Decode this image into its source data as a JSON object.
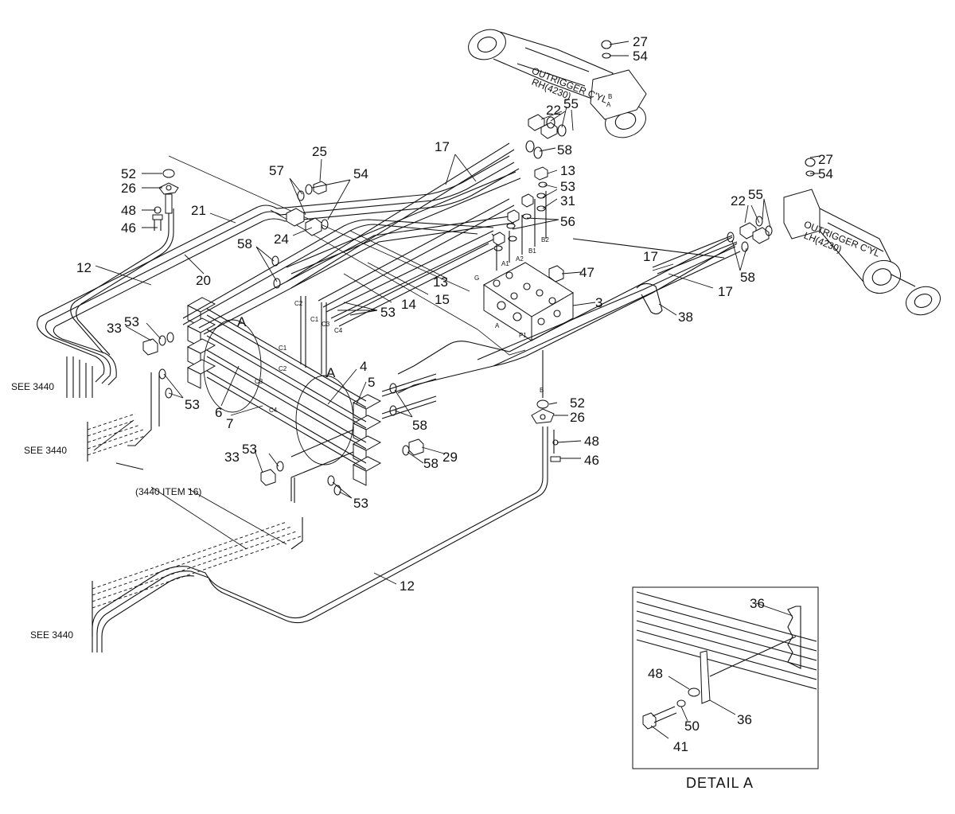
{
  "callouts": {
    "c27a": "27",
    "c54a": "54",
    "c22a": "22",
    "c55a": "55",
    "c58a": "58",
    "c17a": "17",
    "c13a": "13",
    "c53a": "53",
    "c31": "31",
    "c56": "56",
    "c25": "25",
    "c57": "57",
    "c54b": "54",
    "c52a": "52",
    "c26a": "26",
    "c48a": "48",
    "c46a": "46",
    "c21": "21",
    "c24": "24",
    "c58b": "58",
    "c12a": "12",
    "c20": "20",
    "c13b": "13",
    "c15": "15",
    "c14": "14",
    "c53b": "53",
    "c47": "47",
    "c3": "3",
    "c27b": "27",
    "c54c": "54",
    "c22b": "22",
    "c55b": "55",
    "c17b": "17",
    "c17c": "17",
    "c58c": "58",
    "c38": "38",
    "c33a": "33",
    "c53c": "53",
    "cA1": "A",
    "cA2": "A",
    "c4": "4",
    "c5": "5",
    "c53d": "53",
    "c6": "6",
    "c7": "7",
    "c58d": "58",
    "c52b": "52",
    "c26b": "26",
    "c48b": "48",
    "c46b": "46",
    "c33b": "33",
    "c53e": "53",
    "c58e": "58",
    "c29": "29",
    "c53f": "53",
    "c12b": "12",
    "c36a": "36",
    "c48c": "48",
    "c50": "50",
    "c36b": "36",
    "c41": "41"
  },
  "references": {
    "see1": "SEE 3440",
    "see2": "SEE 3440",
    "see3": "SEE 3440",
    "item16": "(3440 ITEM 16)"
  },
  "cylinder_labels": {
    "rh_line1": "OUTRIGGER C'YL",
    "rh_line2": "RH(4230)",
    "lh_line1": "OUTRIGGER C'YL",
    "lh_line2": "LH(4230)"
  },
  "ports": {
    "A1": "A1",
    "A2": "A2",
    "B1": "B1",
    "B2": "B2",
    "G": "G",
    "A": "A",
    "P1": "P1",
    "B": "B",
    "C1a": "C1",
    "C2a": "C2",
    "C3a": "C3",
    "C4a": "C4",
    "C1b": "C1",
    "C2b": "C2",
    "C3b": "C3",
    "C4b": "C4",
    "A_cyl": "A",
    "B_cyl": "B"
  },
  "detail": {
    "title": "DETAIL  A"
  }
}
